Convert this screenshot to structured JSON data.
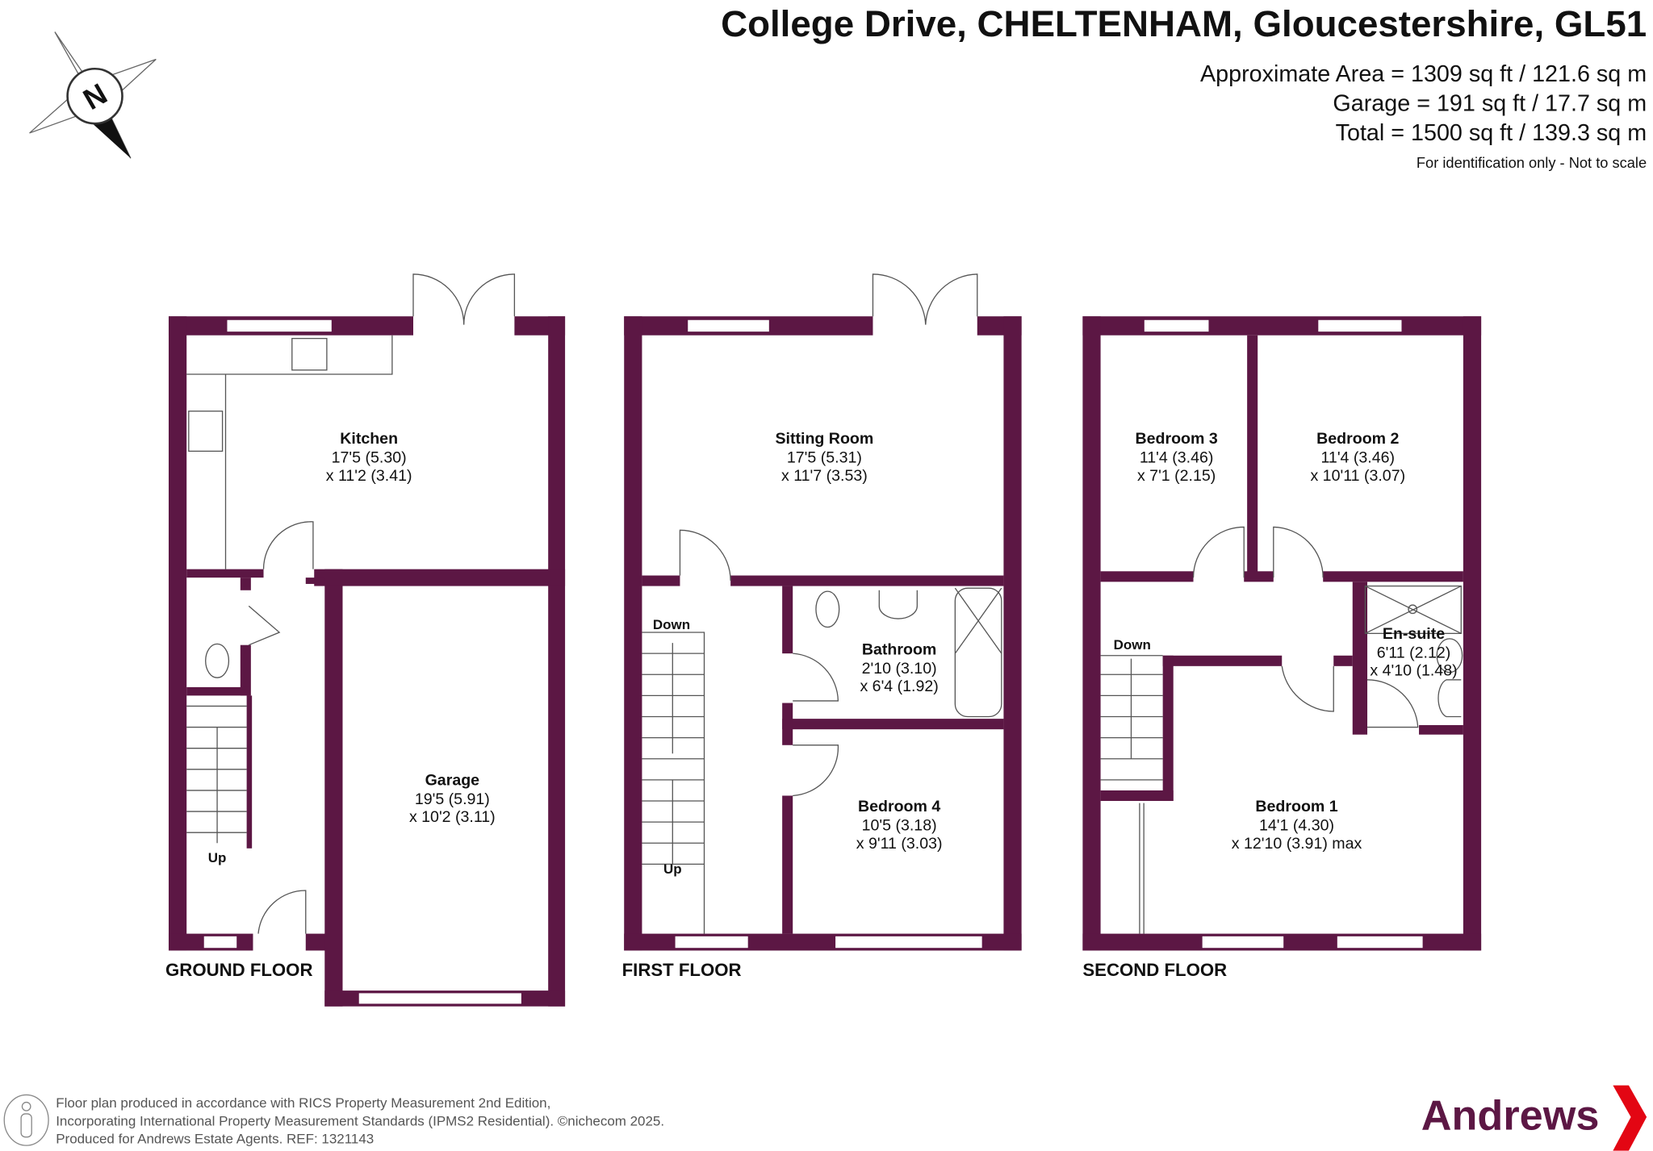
{
  "header": {
    "title": "College Drive, CHELTENHAM, Gloucestershire, GL51",
    "area": "Approximate Area = 1309 sq ft / 121.6 sq m",
    "garage": "Garage = 191 sq ft / 17.7 sq m",
    "total": "Total = 1500 sq ft / 139.3 sq m",
    "note": "For identification only - Not to scale"
  },
  "compass": {
    "label": "N"
  },
  "floors": {
    "ground": {
      "label": "GROUND FLOOR",
      "kitchen": {
        "name": "Kitchen",
        "dim1": "17'5 (5.30)",
        "dim2": "x 11'2 (3.41)"
      },
      "garage": {
        "name": "Garage",
        "dim1": "19'5 (5.91)",
        "dim2": "x 10'2 (3.11)"
      },
      "stairs": "Up"
    },
    "first": {
      "label": "FIRST FLOOR",
      "sitting": {
        "name": "Sitting Room",
        "dim1": "17'5 (5.31)",
        "dim2": "x 11'7 (3.53)"
      },
      "bathroom": {
        "name": "Bathroom",
        "dim1": "2'10 (3.10)",
        "dim2": "x 6'4 (1.92)"
      },
      "bedroom4": {
        "name": "Bedroom 4",
        "dim1": "10'5 (3.18)",
        "dim2": "x 9'11 (3.03)"
      },
      "stairs_down": "Down",
      "stairs_up": "Up"
    },
    "second": {
      "label": "SECOND FLOOR",
      "bedroom3": {
        "name": "Bedroom 3",
        "dim1": "11'4 (3.46)",
        "dim2": "x 7'1 (2.15)"
      },
      "bedroom2": {
        "name": "Bedroom 2",
        "dim1": "11'4 (3.46)",
        "dim2": "x 10'11 (3.07)"
      },
      "ensuite": {
        "name": "En-suite",
        "dim1": "6'11 (2.12)",
        "dim2": "x 4'10 (1.48)"
      },
      "bedroom1": {
        "name": "Bedroom 1",
        "dim1": "14'1 (4.30)",
        "dim2": "x 12'10 (3.91)  max"
      },
      "stairs_down": "Down"
    }
  },
  "footer": {
    "line1": "Floor plan produced in accordance with RICS Property Measurement 2nd Edition,",
    "line2": "Incorporating International Property Measurement Standards (IPMS2 Residential).   ©nichecom 2025.",
    "line3": "Produced for Andrews Estate Agents.   REF: 1321143",
    "brand": "Andrews"
  },
  "colors": {
    "wall": "#5c1744",
    "brand": "#5c1744",
    "accent": "#e30613"
  }
}
